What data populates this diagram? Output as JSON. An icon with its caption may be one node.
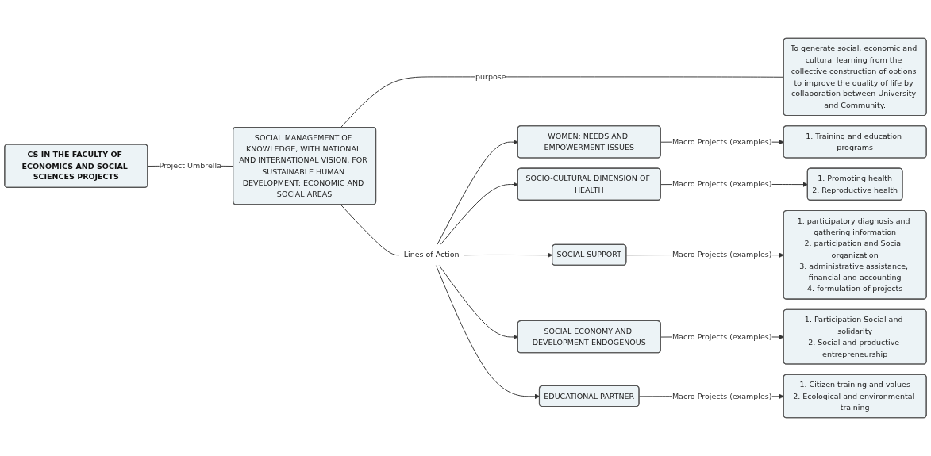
{
  "diagram": {
    "nodes": [
      {
        "text": [
          "CS IN THE FACULTY OF ECONOMICS AND SOCIAL SCIENCES PROJECTS"
        ]
      },
      {
        "text": [
          "SOCIAL MANAGEMENT OF KNOWLEDGE, WITH NATIONAL AND INTERNATIONAL VISION, FOR SUSTAINABLE HUMAN DEVELOPMENT: ECONOMIC AND SOCIAL AREAS"
        ]
      },
      {
        "text": [
          "To generate social, economic and cultural learning from the collective construction of options to improve the quality of life by collaboration between University and Community."
        ]
      },
      {
        "text": [
          "Lines of Action"
        ]
      },
      {
        "text": [
          "WOMEN: NEEDS AND EMPOWERMENT ISSUES"
        ]
      },
      {
        "text": [
          "1. Training and education programs"
        ]
      },
      {
        "text": [
          "SOCIO-CULTURAL DIMENSION OF HEALTH"
        ]
      },
      {
        "text": [
          "1. Promoting health",
          "2. Reproductive health"
        ]
      },
      {
        "text": [
          "SOCIAL SUPPORT"
        ]
      },
      {
        "text": [
          "1. participatory diagnosis and gathering information",
          "2. participation and Social organization",
          "3. administrative assistance, financial and accounting",
          "4. formulation of projects"
        ]
      },
      {
        "text": [
          "SOCIAL ECONOMY AND DEVELOPMENT ENDOGENOUS"
        ]
      },
      {
        "text": [
          "1. Participation Social and solidarity",
          "2. Social and productive entrepreneurship"
        ]
      },
      {
        "text": [
          "EDUCATIONAL PARTNER"
        ]
      },
      {
        "text": [
          "1. Citizen training and values",
          "2. Ecological and environmental training"
        ]
      }
    ],
    "edges": [
      {
        "from": 0,
        "to": 1,
        "arrow": "none",
        "label": "Project Umbrella"
      },
      {
        "from": 1,
        "to": 2,
        "arrow": "none",
        "label": "purpose"
      },
      {
        "from": 1,
        "to": 3,
        "arrow": "none"
      },
      {
        "from": 3,
        "to": 4,
        "arrow": "to"
      },
      {
        "from": 3,
        "to": 6,
        "arrow": "to"
      },
      {
        "from": 3,
        "to": 8,
        "arrow": "to"
      },
      {
        "from": 3,
        "to": 10,
        "arrow": "to"
      },
      {
        "from": 3,
        "to": 12,
        "arrow": "to"
      },
      {
        "from": 4,
        "to": 5,
        "arrow": "to",
        "label": "Macro Projects (examples)"
      },
      {
        "from": 6,
        "to": 7,
        "arrow": "to",
        "label": "Macro Projects (examples)"
      },
      {
        "from": 8,
        "to": 9,
        "arrow": "to",
        "label": "Macro Projects (examples)"
      },
      {
        "from": 10,
        "to": 11,
        "arrow": "to",
        "label": "Macro Projects (examples)"
      },
      {
        "from": 12,
        "to": 13,
        "arrow": "to",
        "label": "Macro Projects (examples)"
      }
    ]
  }
}
